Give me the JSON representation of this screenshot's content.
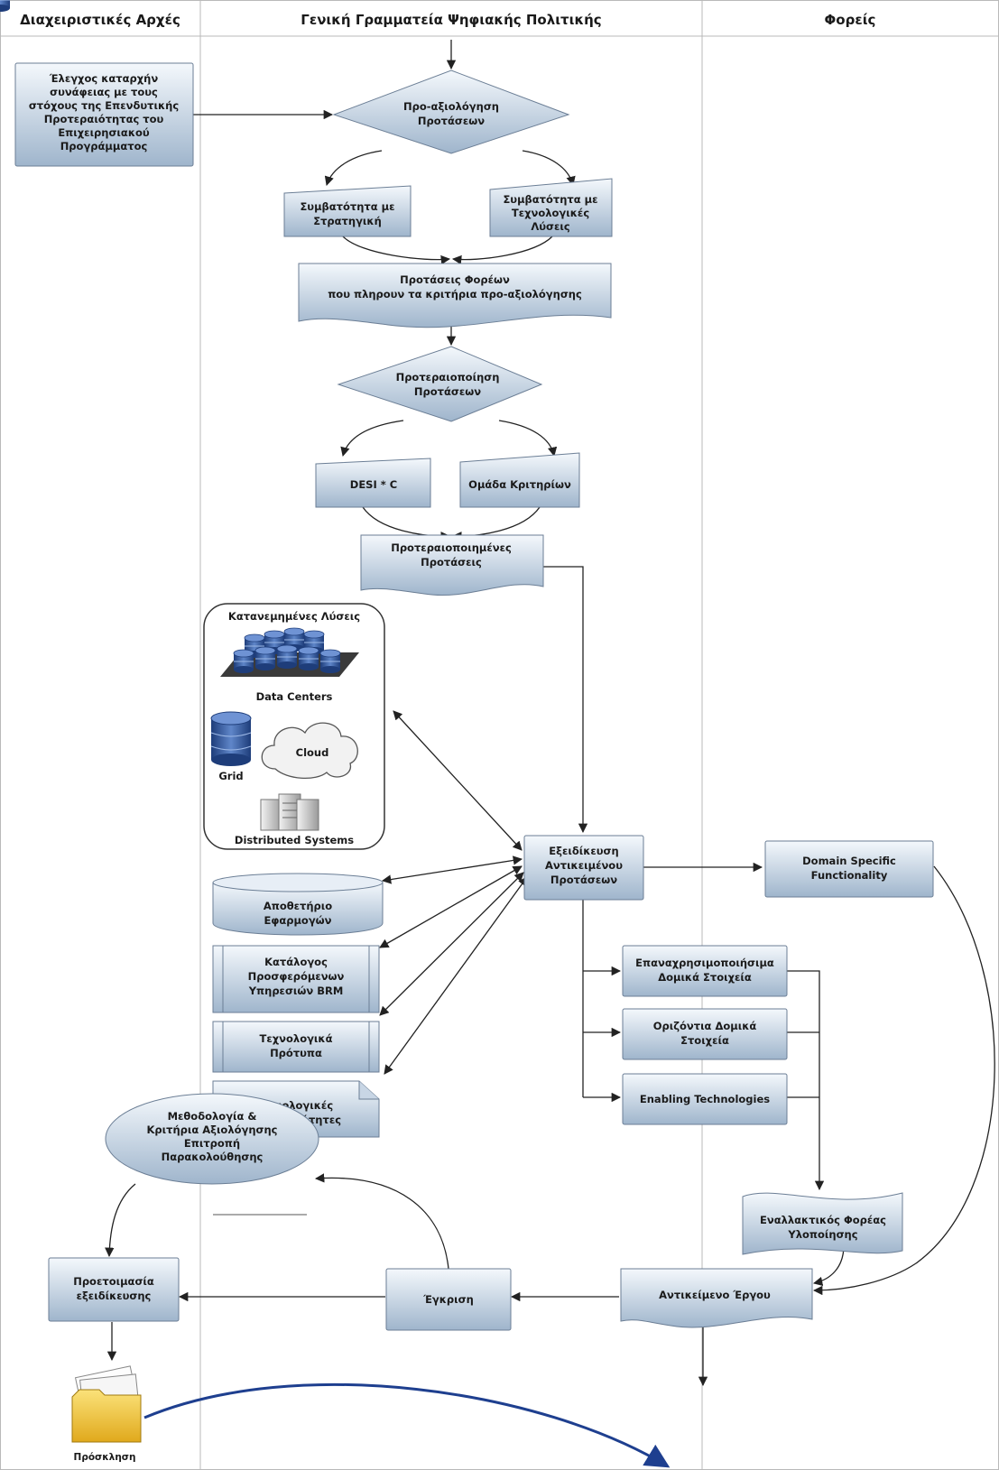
{
  "lanes": {
    "left": "Διαχειριστικές Αρχές",
    "center": "Γενική Γραμματεία Ψηφιακής Πολιτικής",
    "right": "Φορείς"
  },
  "nodes": {
    "elegxos": [
      "Έλεγχος καταρχήν",
      "συνάφειας με τους",
      "στόχους της Επενδυτικής",
      "Προτεραιότητας του",
      "Επιχειρησιακού",
      "Προγράμματος"
    ],
    "pro_axiologisi": [
      "Προ-αξιολόγηση",
      "Προτάσεων"
    ],
    "symv_strategy": [
      "Συμβατότητα με",
      "Στρατηγική"
    ],
    "symv_tech": [
      "Συμβατότητα με",
      "Τεχνολογικές",
      "Λύσεις"
    ],
    "protaseis_foreon": [
      "Προτάσεις Φορέων",
      "που πληρουν τα κριτήρια προ-αξιολόγησης"
    ],
    "proteraiopoiisi": [
      "Προτεραιοποίηση",
      "Προτάσεων"
    ],
    "desi": [
      "DESI * C"
    ],
    "omada": [
      "Ομάδα Κριτηρίων"
    ],
    "proteraiopoiimenes": [
      "Προτεραιοποιημένες",
      "Προτάσεις"
    ],
    "katanemimenes_title": "Κατανεμημένες Λύσεις",
    "data_centers": "Data Centers",
    "grid": "Grid",
    "cloud": "Cloud",
    "distributed": "Distributed Systems",
    "exeidikeusi": [
      "Εξειδίκευση",
      "Αντικειμένου",
      "Προτάσεων"
    ],
    "apothetirio": [
      "Αποθετήριο",
      "Εφαρμογών"
    ],
    "katalogos": [
      "Κατάλογος",
      "Προσφερόμενων",
      "Υπηρεσιών BRM"
    ],
    "texn_protypa": [
      "Τεχνολογικά",
      "Πρότυπα"
    ],
    "texn_proteraiotites": [
      "Τεχνολογικές",
      "Προτεραιότητες"
    ],
    "domain_specific": [
      "Domain Specific",
      "Functionality"
    ],
    "epanaxrisimopoiisima": [
      "Επαναχρησιμοποιήσιμα",
      "Δομικά Στοιχεία"
    ],
    "orizontia": [
      "Οριζόντια Δομικά",
      "Στοιχεία"
    ],
    "enabling": [
      "Enabling Technologies"
    ],
    "methodologia": [
      "Μεθοδολογία &",
      "Κριτήρια Αξιολόγησης",
      "Επιτροπή",
      "Παρακολούθησης"
    ],
    "enallaktikos": [
      "Εναλλακτικός Φορέας",
      "Υλοποίησης"
    ],
    "proetoimasia": [
      "Προετοιμασία",
      "εξειδίκευσης"
    ],
    "egkrisi": [
      "Έγκριση"
    ],
    "antikeimeno": [
      "Αντικείμενο Έργου"
    ],
    "prosklisi": "Πρόσκληση"
  },
  "colors": {
    "node_top": "#f4f8fc",
    "node_bottom": "#9fb5cc",
    "lane_line": "#b9b9b9",
    "accent_arrow": "#1e3f8f",
    "folder": "#f3c93a"
  },
  "icons": [
    "database-icon",
    "cloud-icon",
    "server-icon",
    "folder-icon"
  ]
}
